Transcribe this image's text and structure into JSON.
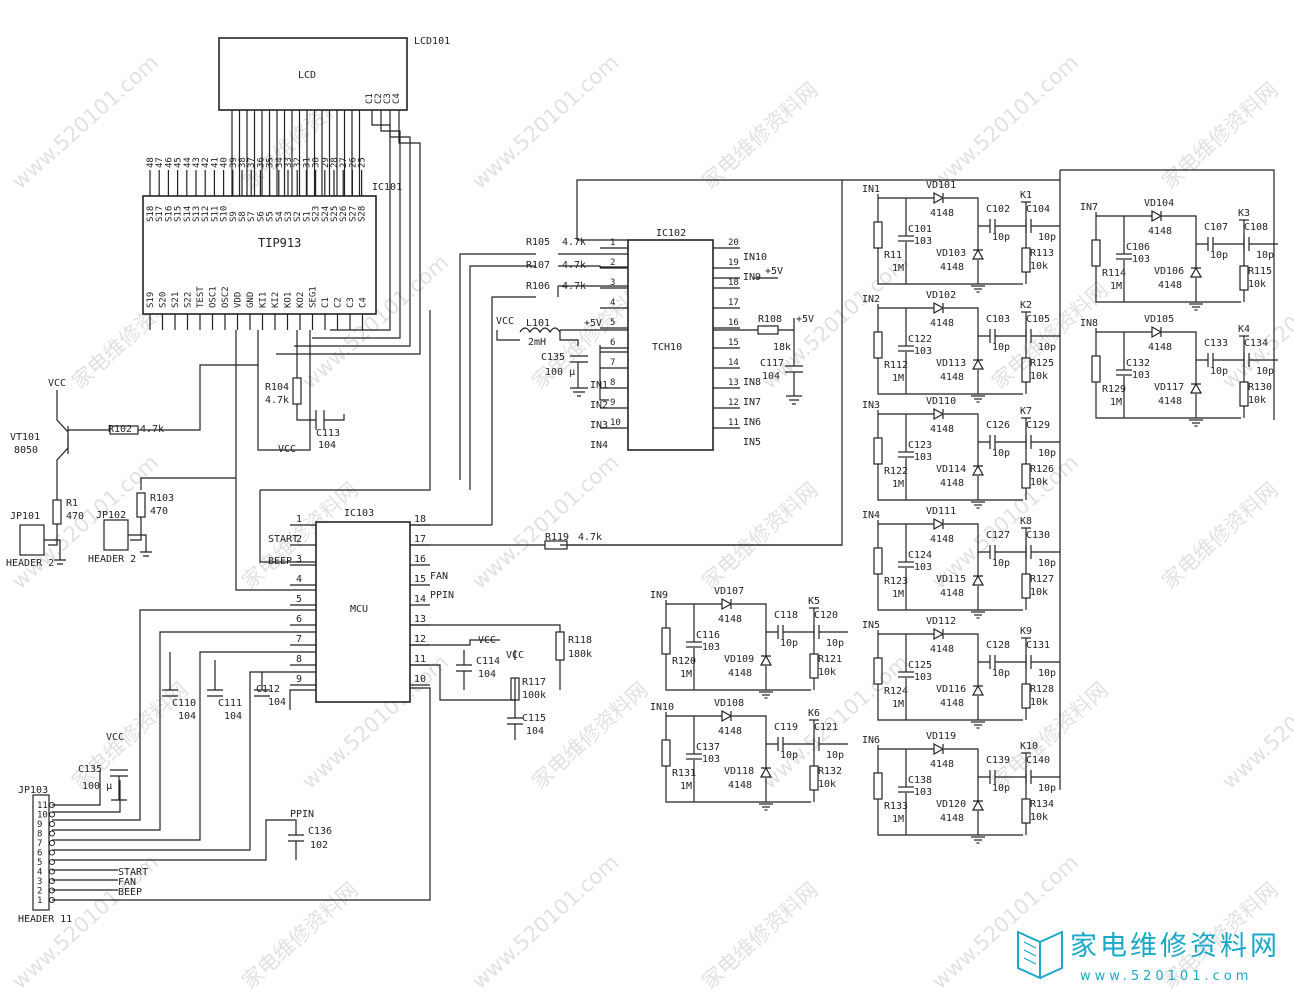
{
  "title": "",
  "colors": {
    "ink": "#222222",
    "watermark": "#c9c9c9",
    "brand": "#1aa8c8"
  },
  "icons": {
    "brand_logo": "book-logo-icon"
  },
  "chips": {
    "lcd": {
      "ref": "LCD101",
      "name": "LCD",
      "pins_right": [
        "C1",
        "C2",
        "C3",
        "C4"
      ]
    },
    "tip": {
      "ref": "IC101",
      "name": "TIP913",
      "top_nums": [
        "48",
        "47",
        "46",
        "45",
        "44",
        "43",
        "42",
        "41",
        "40",
        "39",
        "38",
        "37",
        "36",
        "35",
        "34",
        "33",
        "32",
        "31",
        "30",
        "29",
        "28",
        "27",
        "26",
        "25"
      ],
      "top_pins": [
        "S18",
        "S17",
        "S16",
        "S15",
        "S14",
        "S13",
        "S12",
        "S11",
        "S10",
        "S9",
        "S8",
        "S7",
        "S6",
        "S5",
        "S4",
        "S3",
        "S2",
        "S1",
        "S23",
        "S24",
        "S25",
        "S26",
        "S27",
        "S28"
      ],
      "bot_pins": [
        "S19",
        "S20",
        "S21",
        "S22",
        "TEST",
        "OSC1",
        "OSC2",
        "VDD",
        "GND",
        "KI1",
        "KI2",
        "KO1",
        "KO2",
        "SEG1",
        "C1",
        "C2",
        "C3",
        "C4"
      ]
    },
    "tch": {
      "ref": "IC102",
      "name": "TCH10",
      "left": [
        "1",
        "2",
        "3",
        "4",
        "5",
        "6",
        "7",
        "8",
        "9",
        "10"
      ],
      "right": [
        "20",
        "19",
        "18",
        "17",
        "16",
        "15",
        "14",
        "13",
        "12",
        "11"
      ],
      "in_left": [
        "IN1",
        "IN2",
        "IN3",
        "IN4"
      ],
      "in_right": [
        "IN10",
        "IN9",
        "IN8",
        "IN7",
        "IN6",
        "IN5"
      ]
    },
    "mcu": {
      "ref": "IC103",
      "name": "MCU",
      "left": [
        "1",
        "2",
        "3",
        "4",
        "5",
        "6",
        "7",
        "8",
        "9"
      ],
      "right": [
        "18",
        "17",
        "16",
        "15",
        "14",
        "13",
        "12",
        "11",
        "10"
      ],
      "signals": [
        "START",
        "BEEP",
        "FAN",
        "PPIN"
      ]
    }
  },
  "parts": {
    "R105": "R105",
    "R107": "R107",
    "R106": "R106",
    "v47k": "4.7k",
    "L101": "L101",
    "v2mH": "2mH",
    "C135": "C135",
    "v100u": "100 μ",
    "R108": "R108",
    "v18k": "18k",
    "C117": "C117",
    "v104": "104",
    "plus5v": "+5V",
    "R104": "R104",
    "C113": "C113",
    "VCC": "VCC",
    "VT101": "VT101",
    "B050": "8050",
    "R102": "R102",
    "R1": "R1",
    "R103": "R103",
    "v470": "470",
    "JP101": "JP101",
    "JP102": "JP102",
    "header2": "HEADER 2",
    "R119": "R119",
    "C110": "C110",
    "C111": "C111",
    "C112": "C112",
    "C114": "C114",
    "R117": "R117",
    "v100k": "100k",
    "C115": "C115",
    "R118": "R118",
    "v180k": "180k",
    "JP103": "JP103",
    "header11": "HEADER 11",
    "C136": "C136",
    "v102": "102",
    "v4148": "4148",
    "v10p": "10p",
    "v103": "103",
    "v1M": "1M",
    "v10k": "10k"
  },
  "channels": [
    {
      "in": "IN1",
      "vdt": "VD101",
      "vdb": "VD103",
      "ca": "C101",
      "cb": "C102",
      "cc": "C104",
      "rl": "R11",
      "rr": "R113",
      "k": "K1"
    },
    {
      "in": "IN2",
      "vdt": "VD102",
      "vdb": "VD113",
      "ca": "C122",
      "cb": "C103",
      "cc": "C105",
      "rl": "R112",
      "rr": "R125",
      "k": "K2"
    },
    {
      "in": "IN3",
      "vdt": "VD110",
      "vdb": "VD114",
      "ca": "C123",
      "cb": "C126",
      "cc": "C129",
      "rl": "R122",
      "rr": "R126",
      "k": "K7"
    },
    {
      "in": "IN4",
      "vdt": "VD111",
      "vdb": "VD115",
      "ca": "C124",
      "cb": "C127",
      "cc": "C130",
      "rl": "R123",
      "rr": "R127",
      "k": "K8"
    },
    {
      "in": "IN5",
      "vdt": "VD112",
      "vdb": "VD116",
      "ca": "C125",
      "cb": "C128",
      "cc": "C131",
      "rl": "R124",
      "rr": "R128",
      "k": "K9"
    },
    {
      "in": "IN6",
      "vdt": "VD119",
      "vdb": "VD120",
      "ca": "C138",
      "cb": "C139",
      "cc": "C140",
      "rl": "R133",
      "rr": "R134",
      "k": "K10"
    },
    {
      "in": "IN7",
      "vdt": "VD104",
      "vdb": "VD106",
      "ca": "C106",
      "cb": "C107",
      "cc": "C108",
      "rl": "R114",
      "rr": "R115",
      "k": "K3"
    },
    {
      "in": "IN8",
      "vdt": "VD105",
      "vdb": "VD117",
      "ca": "C132",
      "cb": "C133",
      "cc": "C134",
      "rl": "R129",
      "rr": "R130",
      "k": "K4"
    },
    {
      "in": "IN9",
      "vdt": "VD107",
      "vdb": "VD109",
      "ca": "C116",
      "cb": "C118",
      "cc": "C120",
      "rl": "R120",
      "rr": "R121",
      "k": "K5"
    },
    {
      "in": "IN10",
      "vdt": "VD108",
      "vdb": "VD118",
      "ca": "C137",
      "cb": "C119",
      "cc": "C121",
      "rl": "R131",
      "rr": "R132",
      "k": "K6"
    }
  ],
  "watermark": {
    "site": "www.520101.com",
    "cn": "家电维修资料网"
  },
  "brand": {
    "name": "家电维修资料网",
    "url": "www.520101.com"
  }
}
